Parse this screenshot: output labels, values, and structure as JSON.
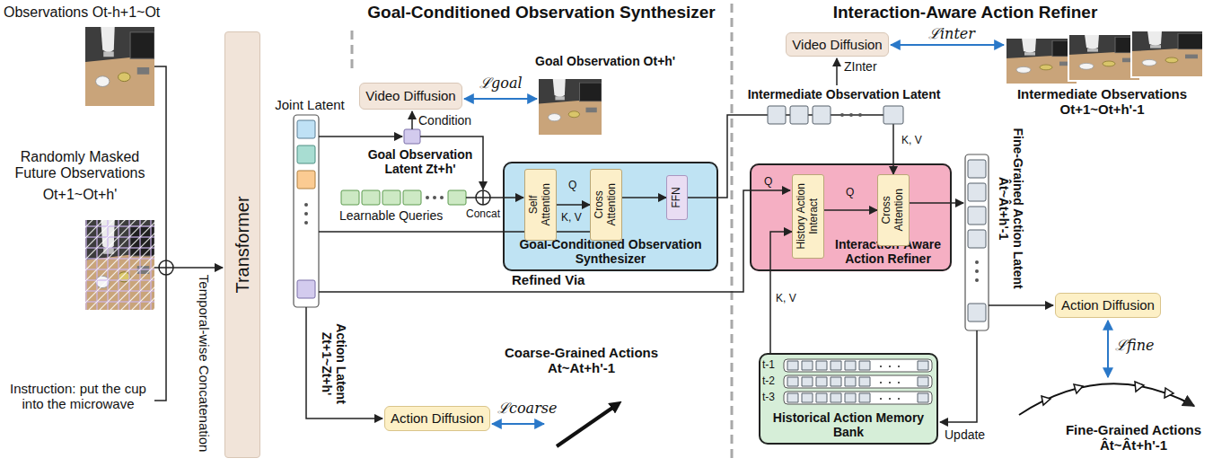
{
  "diagram": {
    "nodes": [
      {
        "text": [
          "Transformer"
        ]
      },
      {
        "text": [
          "Video Diffusion"
        ]
      },
      {
        "text": [
          "Goal-Conditioned Observation Synthesizer"
        ]
      },
      {
        "text": [
          "Self Attention"
        ],
        "in": 2
      },
      {
        "text": [
          "Cross Attention"
        ],
        "in": 2
      },
      {
        "text": [
          "FFN"
        ],
        "in": 2
      },
      {
        "text": [
          "Action Diffusion"
        ]
      },
      {
        "text": [
          "Video Diffusion"
        ]
      },
      {
        "text": [
          "Interaction-Aware Action Refiner"
        ]
      },
      {
        "text": [
          "History Action Interact"
        ],
        "in": 8
      },
      {
        "text": [
          "Cross Attention"
        ],
        "in": 8
      },
      {
        "text": [
          "Historical Action Memory Bank"
        ]
      },
      {
        "text": [
          "Action Diffusion"
        ]
      }
    ],
    "edges": [
      {
        "from": 3,
        "to": 4,
        "arrow": "to",
        "label": "Q"
      },
      {
        "from": 4,
        "to": 5,
        "arrow": "to"
      },
      {
        "from": 5,
        "to": 10,
        "arrow": "to",
        "label": "K, V"
      },
      {
        "from": 9,
        "to": 10,
        "arrow": "to",
        "label": "Q"
      },
      {
        "from": 11,
        "to": 9,
        "arrow": "to",
        "label": "K, V"
      }
    ],
    "labels": [
      "Goal-Conditioned Observation Synthesizer",
      "Interaction-Aware Action Refiner",
      "Observations Ot-h+1~Ot",
      "Randomly Masked Future Observations",
      "Ot+1~Ot+h'",
      "Instruction: put the cup into the microwave",
      "Temporal-wise Concatenation",
      "Joint Latent",
      "Goal Observation Latent Zt+h'",
      "Condition",
      "Goal Observation Ot+h'",
      "ℒgoal",
      "Concat",
      "Learnable Queries",
      "K, V",
      "Action Latent Zt+1~Zt+h'",
      "Coarse-Grained Actions At~At+h'-1",
      "ℒcoarse",
      "Refined Via",
      "ℒinter",
      "ZInter",
      "Intermediate Observation Latent",
      "Intermediate Observations Ot+1~Ot+h'-1",
      "Q",
      "t-1",
      "t-2",
      "t-3",
      "Update",
      "Fine-Grained Action Latent Ât~Ât+h'-1",
      "ℒfine",
      "Fine-Grained Actions Ât~Ât+h'-1"
    ]
  }
}
